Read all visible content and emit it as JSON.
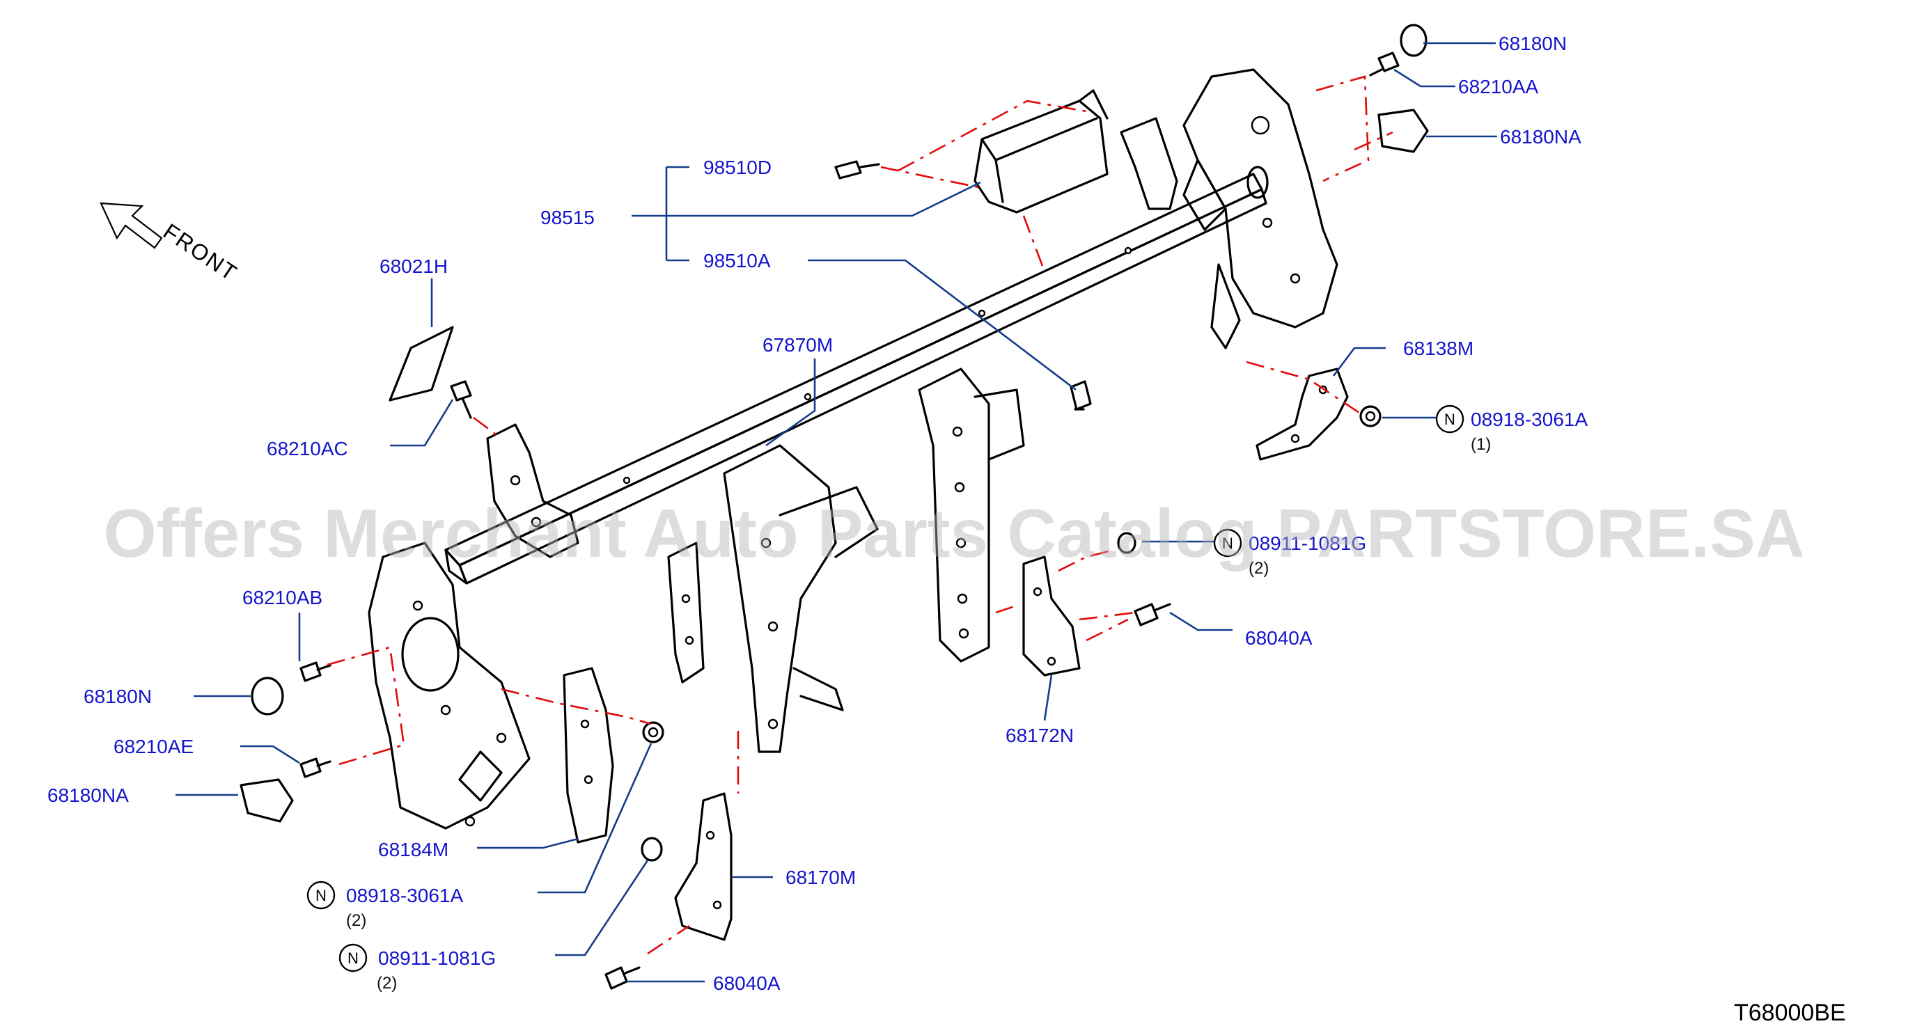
{
  "front_label": "FRONT",
  "diagram_code": "T68000BE",
  "watermark": "Offers Merchant Auto Parts Catalog PARTSTORE.SA",
  "colors": {
    "label": "#1414cc",
    "leader": "#143c8c",
    "dash": "#e10a0a",
    "line": "#000000"
  },
  "n_mark": "N",
  "parts": {
    "p68180N_top": "68180N",
    "p68210AA": "68210AA",
    "p68180NA_top": "68180NA",
    "p98510D": "98510D",
    "p98515": "98515",
    "p98510A": "98510A",
    "p68021H": "68021H",
    "p67870M": "67870M",
    "p68138M": "68138M",
    "p08918_right": "08918-3061A",
    "q08918_right": "(1)",
    "p68210AC": "68210AC",
    "p08911_mid": "08911-1081G",
    "q08911_mid": "(2)",
    "p68210AB": "68210AB",
    "p68040A_right": "68040A",
    "p68180N_left": "68180N",
    "p68172N": "68172N",
    "p68210AE": "68210AE",
    "p68180NA_left": "68180NA",
    "p68184M": "68184M",
    "p68170M": "68170M",
    "p08918_left": "08918-3061A",
    "q08918_left": "(2)",
    "p08911_left": "08911-1081G",
    "q08911_left": "(2)",
    "p68040A_bottom": "68040A"
  }
}
